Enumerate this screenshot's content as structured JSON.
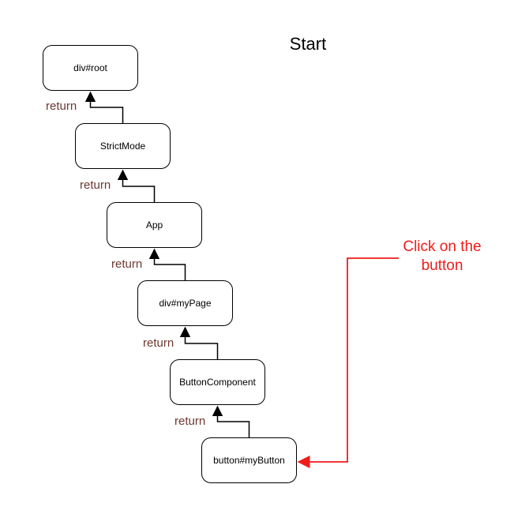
{
  "title": "Start",
  "nodes": [
    {
      "label": "div#root"
    },
    {
      "label": "StrictMode"
    },
    {
      "label": "App"
    },
    {
      "label": "div#myPage"
    },
    {
      "label": "ButtonComponent"
    },
    {
      "label": "button#myButton"
    }
  ],
  "edge_labels": [
    {
      "label": "return"
    },
    {
      "label": "return"
    },
    {
      "label": "return"
    },
    {
      "label": "return"
    },
    {
      "label": "return"
    }
  ],
  "annotation": {
    "line1": "Click on the",
    "line2": "button"
  },
  "colors": {
    "line": "#000000",
    "box_border": "#000000",
    "box_fill": "#ffffff",
    "return_label": "#6d3831",
    "annotation": "#f21b1b"
  }
}
